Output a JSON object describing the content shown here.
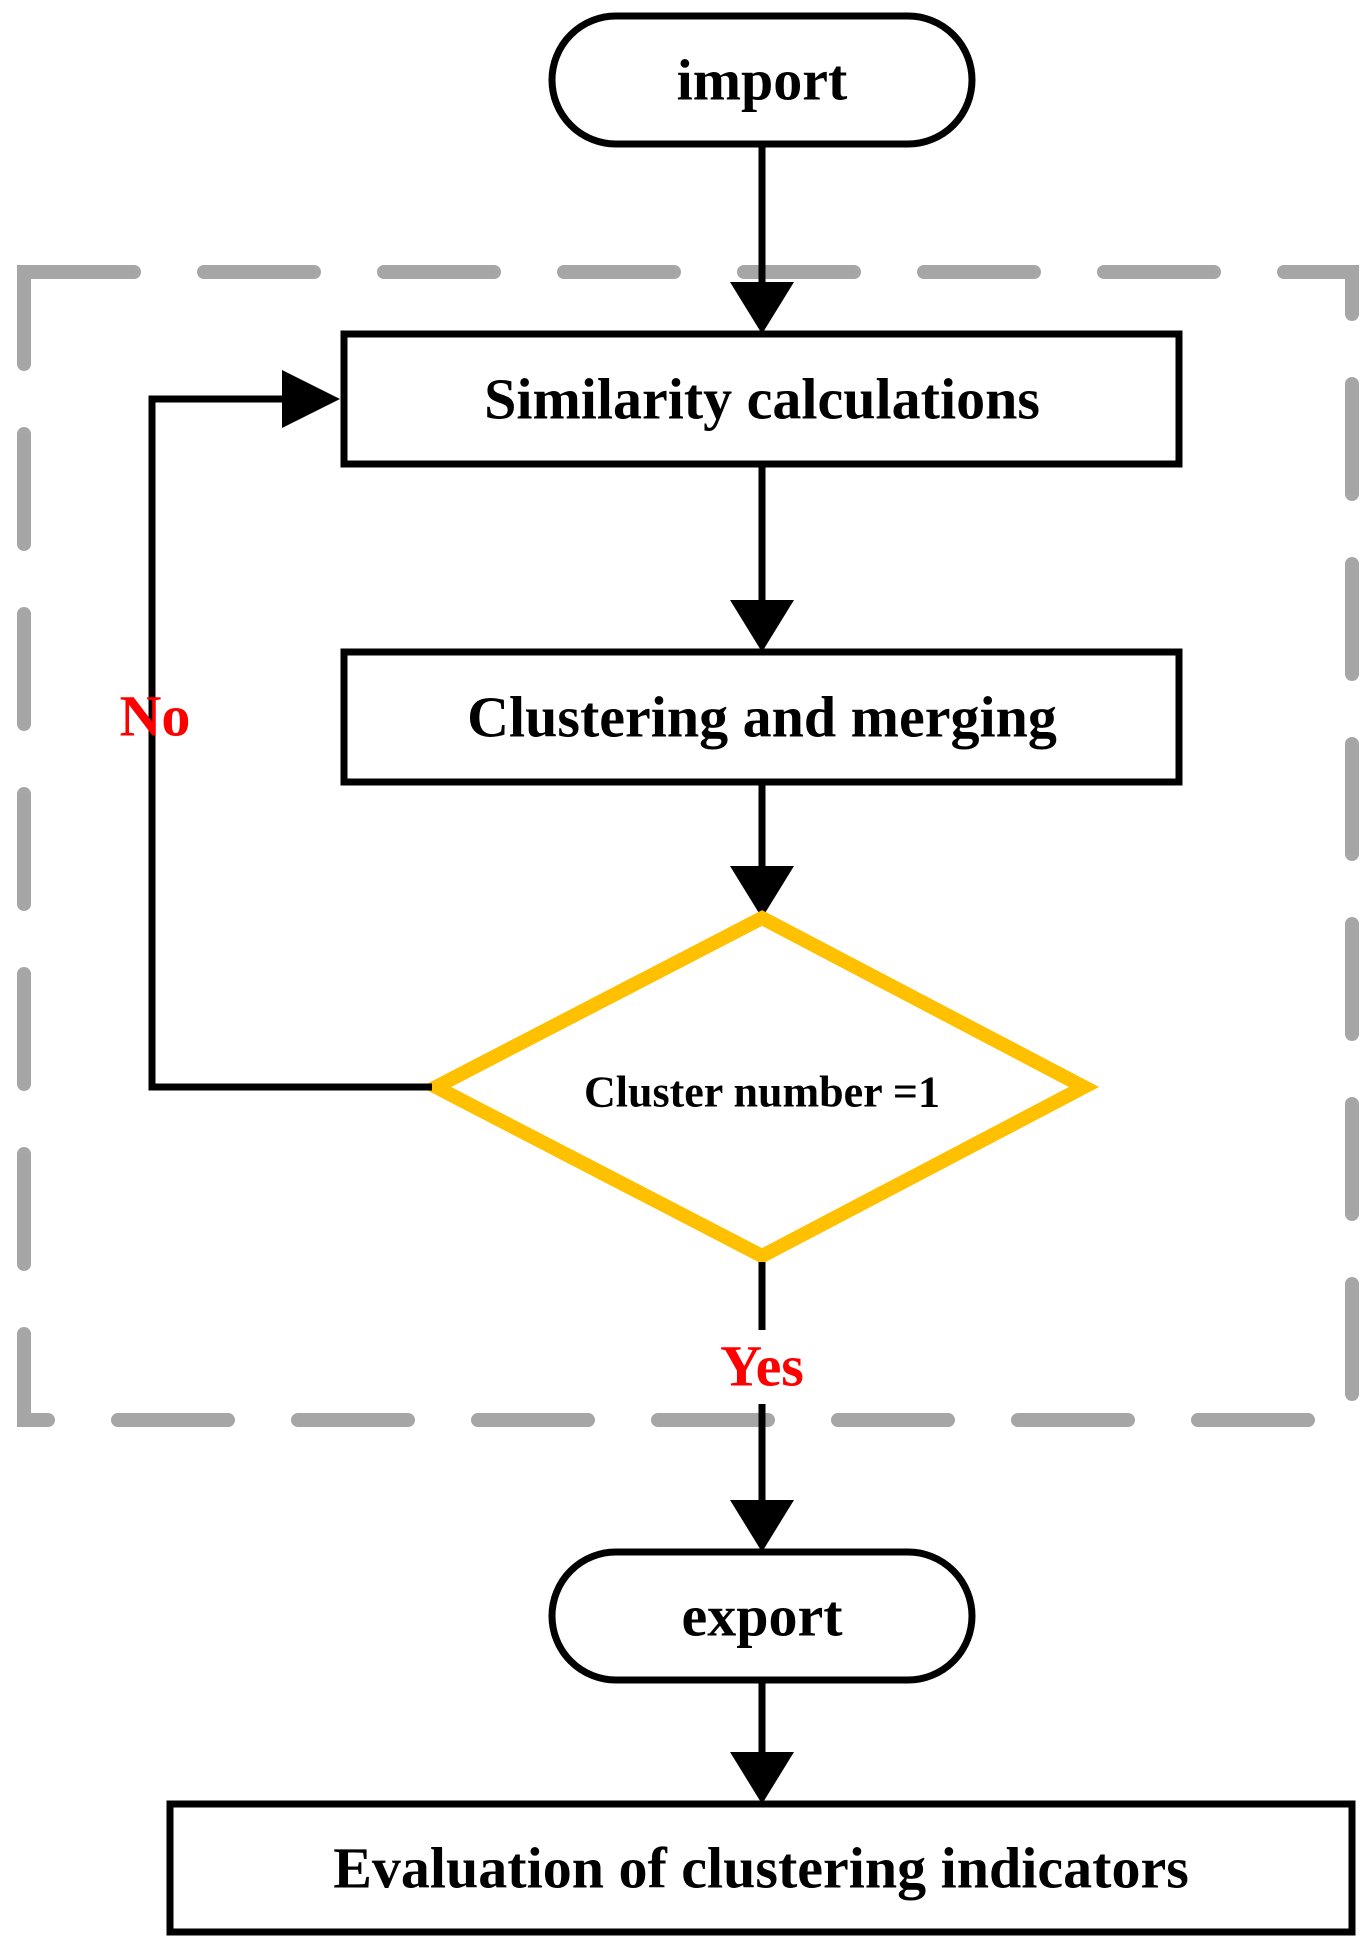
{
  "nodes": {
    "import": "import",
    "similarity": "Similarity calculations",
    "clustering": "Clustering and merging",
    "decision": "Cluster number =1",
    "export": "export",
    "evaluation": "Evaluation of clustering indicators"
  },
  "labels": {
    "no": "No",
    "yes": "Yes"
  },
  "colors": {
    "line": "#000000",
    "decision_border": "#FFC000",
    "label": "#FF0000",
    "dashed_frame": "#A6A6A6"
  }
}
